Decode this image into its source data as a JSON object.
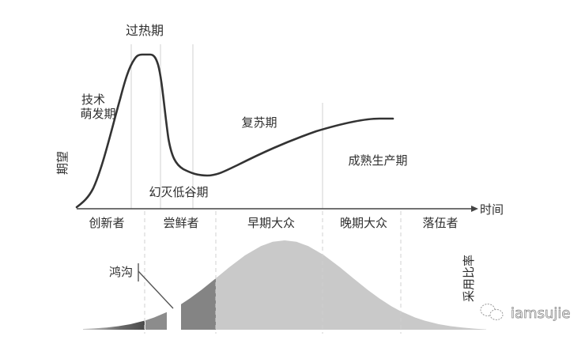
{
  "hype_cycle": {
    "y_axis_label": "期望",
    "x_axis_label": "时间",
    "phases": {
      "technology_trigger_line1": "技术",
      "technology_trigger_line2": "萌发期",
      "peak": "过热期",
      "trough": "幻灭低谷期",
      "slope": "复苏期",
      "plateau": "成熟生产期"
    }
  },
  "adoption_curve": {
    "y_axis_label": "采用比率",
    "segments": [
      "创新者",
      "尝鲜者",
      "早期大众",
      "晚期大众",
      "落伍者"
    ],
    "chasm_label": "鸿沟"
  },
  "watermark": {
    "icon": "wechat-icon",
    "text": "iamsujie"
  },
  "colors": {
    "curve": "#333333",
    "innovators_fill": "#555555",
    "early_adopters_fill": "#888888",
    "majority_fill": "#c9c9c9",
    "gridline": "#d2d2d2"
  }
}
